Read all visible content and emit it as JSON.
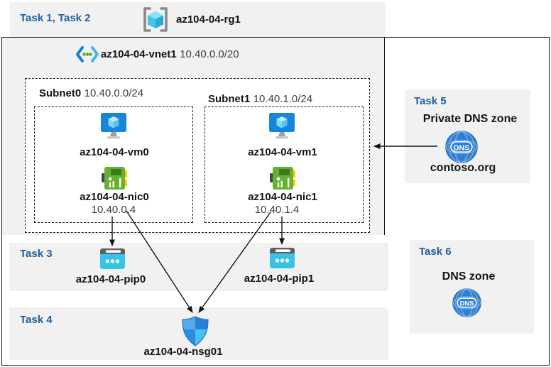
{
  "header": {
    "task_label": "Task 1, Task 2",
    "resource_group_name": "az104-04-rg1"
  },
  "vnet": {
    "name": "az104-04-vnet1",
    "cidr": "10.40.0.0/20"
  },
  "subnets": [
    {
      "name": "Subnet0",
      "cidr": "10.40.0.0/24",
      "vm_name": "az104-04-vm0",
      "nic_name": "az104-04-nic0",
      "nic_ip": "10.40.0.4"
    },
    {
      "name": "Subnet1",
      "cidr": "10.40.1.0/24",
      "vm_name": "az104-04-vm1",
      "nic_name": "az104-04-nic1",
      "nic_ip": "10.40.1.4"
    }
  ],
  "task3": {
    "label": "Task 3",
    "pip0_name": "az104-04-pip0",
    "pip1_name": "az104-04-pip1"
  },
  "task4": {
    "label": "Task 4",
    "nsg_name": "az104-04-nsg01"
  },
  "task5": {
    "label": "Task 5",
    "title": "Private DNS zone",
    "zone_name": "contoso.org",
    "icon_label": "DNS"
  },
  "task6": {
    "label": "Task 6",
    "title": "DNS zone",
    "icon_label": "DNS"
  },
  "colors": {
    "task_label_blue": "#1E5E9E",
    "panel_gray": "#F1F1F1",
    "frame_black": "#141414",
    "muted_text": "#3D3D3D",
    "vm_monitor_blue": "#1786D8",
    "nic_green": "#66B22E",
    "pip_cyan": "#38C3E6",
    "dns_globe_blue": "#2F80D4",
    "nsg_shield_blue": "#2B7FD9",
    "rg_cube_cyan": "#45C3E8"
  }
}
